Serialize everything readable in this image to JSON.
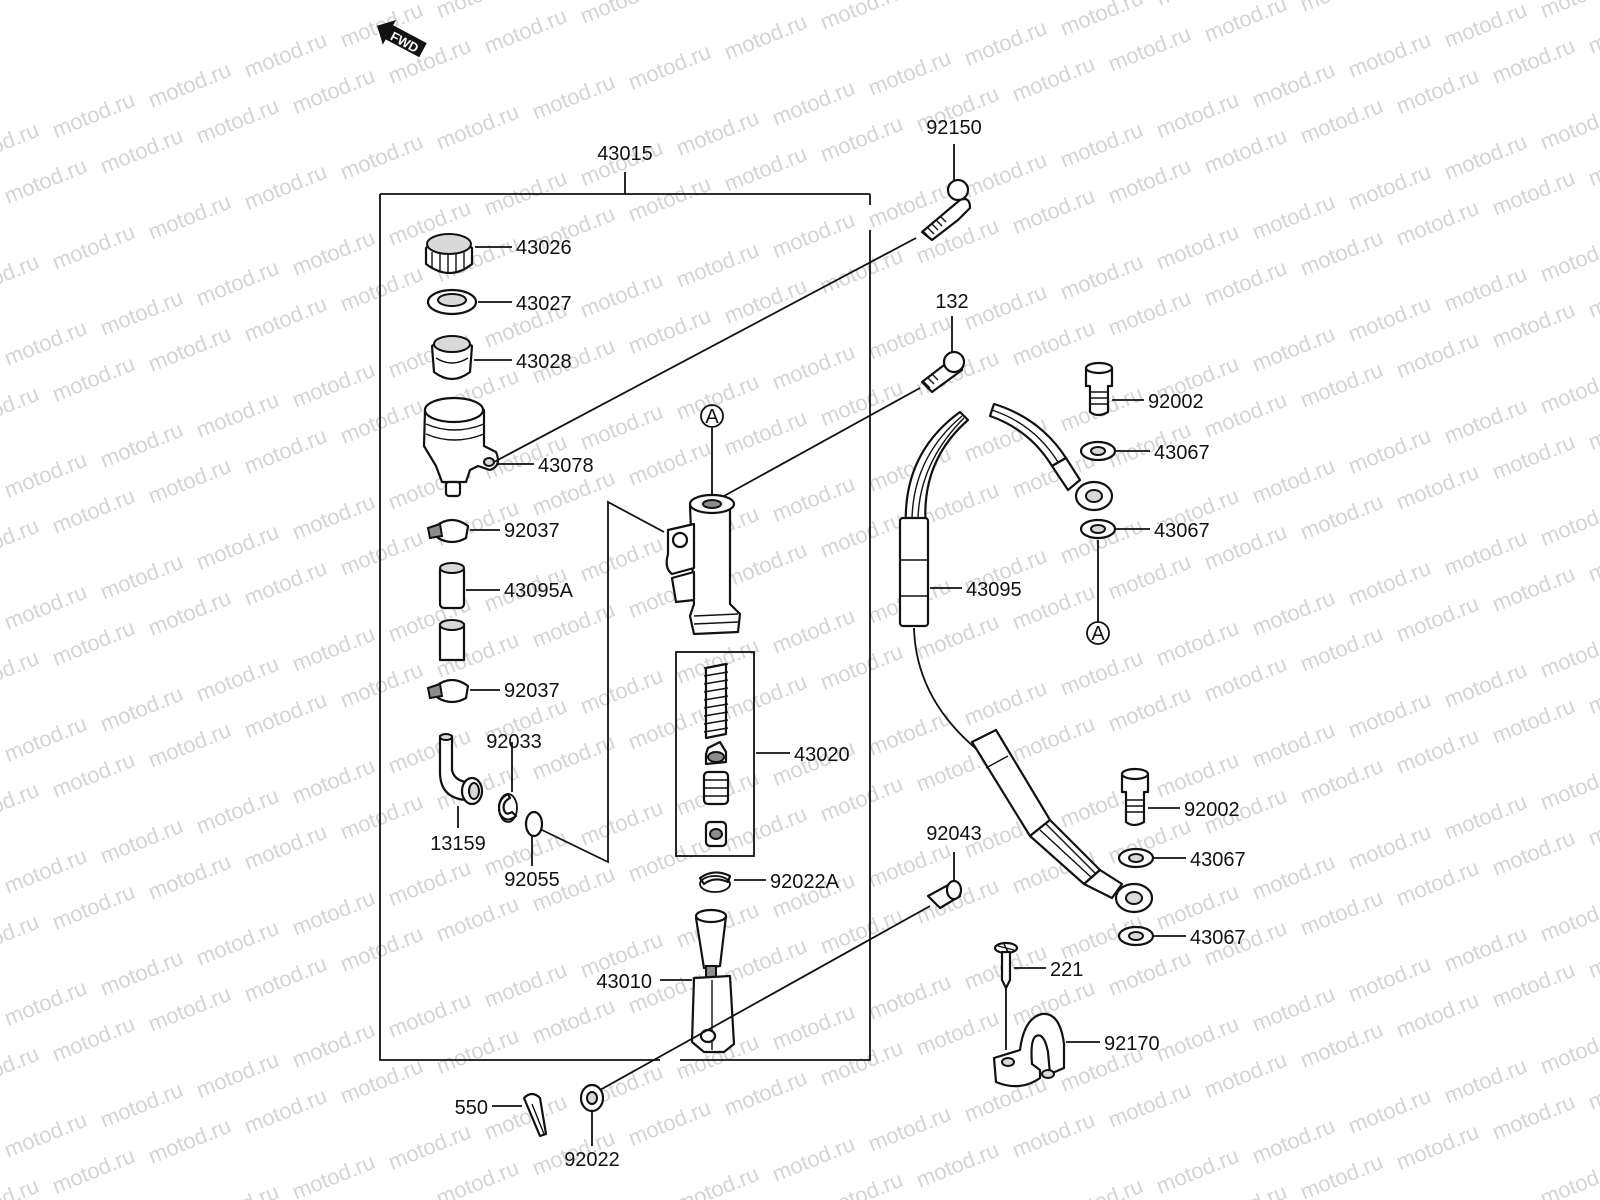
{
  "watermark": "motod.ru",
  "fwd_label": "FWD",
  "ref_marker": "A",
  "callouts": [
    {
      "id": "43015",
      "text": "43015"
    },
    {
      "id": "92150",
      "text": "92150"
    },
    {
      "id": "43026",
      "text": "43026"
    },
    {
      "id": "43027",
      "text": "43027"
    },
    {
      "id": "43028",
      "text": "43028"
    },
    {
      "id": "43078",
      "text": "43078"
    },
    {
      "id": "92037a",
      "text": "92037"
    },
    {
      "id": "43095A",
      "text": "43095A"
    },
    {
      "id": "92037b",
      "text": "92037"
    },
    {
      "id": "92033",
      "text": "92033"
    },
    {
      "id": "13159",
      "text": "13159"
    },
    {
      "id": "92055",
      "text": "92055"
    },
    {
      "id": "43020",
      "text": "43020"
    },
    {
      "id": "92022A",
      "text": "92022A"
    },
    {
      "id": "43010",
      "text": "43010"
    },
    {
      "id": "550",
      "text": "550"
    },
    {
      "id": "92022",
      "text": "92022"
    },
    {
      "id": "132",
      "text": "132"
    },
    {
      "id": "92002a",
      "text": "92002"
    },
    {
      "id": "43067a",
      "text": "43067"
    },
    {
      "id": "43067b",
      "text": "43067"
    },
    {
      "id": "43095",
      "text": "43095"
    },
    {
      "id": "92002b",
      "text": "92002"
    },
    {
      "id": "43067c",
      "text": "43067"
    },
    {
      "id": "43067d",
      "text": "43067"
    },
    {
      "id": "92043",
      "text": "92043"
    },
    {
      "id": "221",
      "text": "221"
    },
    {
      "id": "92170",
      "text": "92170"
    }
  ]
}
